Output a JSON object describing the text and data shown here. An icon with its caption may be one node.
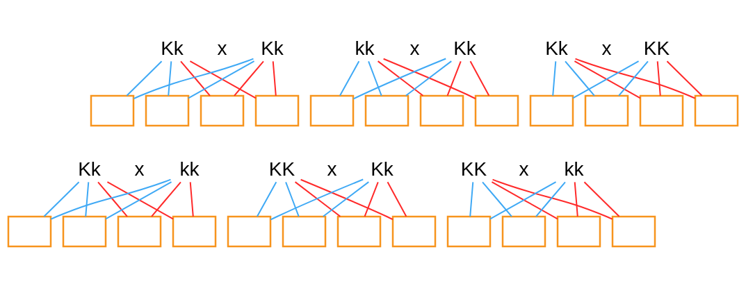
{
  "diagram": {
    "nodes": [
      {
        "text": [
          "Kk"
        ]
      },
      {
        "text": [
          "Kk"
        ]
      },
      {
        "text": [],
        "shape": "box"
      },
      {
        "text": [],
        "shape": "box"
      },
      {
        "text": [],
        "shape": "box"
      },
      {
        "text": [],
        "shape": "box"
      },
      {
        "text": [
          "kk"
        ]
      },
      {
        "text": [
          "Kk"
        ]
      },
      {
        "text": [],
        "shape": "box"
      },
      {
        "text": [],
        "shape": "box"
      },
      {
        "text": [],
        "shape": "box"
      },
      {
        "text": [],
        "shape": "box"
      },
      {
        "text": [
          "Kk"
        ]
      },
      {
        "text": [
          "KK"
        ]
      },
      {
        "text": [],
        "shape": "box"
      },
      {
        "text": [],
        "shape": "box"
      },
      {
        "text": [],
        "shape": "box"
      },
      {
        "text": [],
        "shape": "box"
      },
      {
        "text": [
          "Kk"
        ]
      },
      {
        "text": [
          "kk"
        ]
      },
      {
        "text": [],
        "shape": "box"
      },
      {
        "text": [],
        "shape": "box"
      },
      {
        "text": [],
        "shape": "box"
      },
      {
        "text": [],
        "shape": "box"
      },
      {
        "text": [
          "KK"
        ]
      },
      {
        "text": [
          "Kk"
        ]
      },
      {
        "text": [],
        "shape": "box"
      },
      {
        "text": [],
        "shape": "box"
      },
      {
        "text": [],
        "shape": "box"
      },
      {
        "text": [],
        "shape": "box"
      },
      {
        "text": [
          "KK"
        ]
      },
      {
        "text": [
          "kk"
        ]
      },
      {
        "text": [],
        "shape": "box"
      },
      {
        "text": [],
        "shape": "box"
      },
      {
        "text": [],
        "shape": "box"
      },
      {
        "text": [],
        "shape": "box"
      }
    ],
    "edges": [
      {
        "from": 0,
        "to": 2,
        "arrow": "none",
        "color": "#3fa9f5"
      },
      {
        "from": 0,
        "to": 3,
        "arrow": "none",
        "color": "#3fa9f5"
      },
      {
        "from": 0,
        "to": 4,
        "arrow": "none",
        "color": "#ff2a2a"
      },
      {
        "from": 0,
        "to": 5,
        "arrow": "none",
        "color": "#ff2a2a"
      },
      {
        "from": 1,
        "to": 2,
        "arrow": "none",
        "color": "#3fa9f5"
      },
      {
        "from": 1,
        "to": 3,
        "arrow": "none",
        "color": "#3fa9f5"
      },
      {
        "from": 1,
        "to": 4,
        "arrow": "none",
        "color": "#ff2a2a"
      },
      {
        "from": 1,
        "to": 5,
        "arrow": "none",
        "color": "#ff2a2a"
      },
      {
        "from": 6,
        "to": 8,
        "arrow": "none",
        "color": "#3fa9f5"
      },
      {
        "from": 6,
        "to": 9,
        "arrow": "none",
        "color": "#3fa9f5"
      },
      {
        "from": 6,
        "to": 10,
        "arrow": "none",
        "color": "#ff2a2a"
      },
      {
        "from": 6,
        "to": 11,
        "arrow": "none",
        "color": "#ff2a2a"
      },
      {
        "from": 7,
        "to": 8,
        "arrow": "none",
        "color": "#3fa9f5"
      },
      {
        "from": 7,
        "to": 9,
        "arrow": "none",
        "color": "#3fa9f5"
      },
      {
        "from": 7,
        "to": 10,
        "arrow": "none",
        "color": "#ff2a2a"
      },
      {
        "from": 7,
        "to": 11,
        "arrow": "none",
        "color": "#ff2a2a"
      },
      {
        "from": 12,
        "to": 14,
        "arrow": "none",
        "color": "#3fa9f5"
      },
      {
        "from": 12,
        "to": 15,
        "arrow": "none",
        "color": "#3fa9f5"
      },
      {
        "from": 12,
        "to": 16,
        "arrow": "none",
        "color": "#ff2a2a"
      },
      {
        "from": 12,
        "to": 17,
        "arrow": "none",
        "color": "#ff2a2a"
      },
      {
        "from": 13,
        "to": 14,
        "arrow": "none",
        "color": "#3fa9f5"
      },
      {
        "from": 13,
        "to": 15,
        "arrow": "none",
        "color": "#3fa9f5"
      },
      {
        "from": 13,
        "to": 16,
        "arrow": "none",
        "color": "#ff2a2a"
      },
      {
        "from": 13,
        "to": 17,
        "arrow": "none",
        "color": "#ff2a2a"
      },
      {
        "from": 18,
        "to": 20,
        "arrow": "none",
        "color": "#3fa9f5"
      },
      {
        "from": 18,
        "to": 21,
        "arrow": "none",
        "color": "#3fa9f5"
      },
      {
        "from": 18,
        "to": 22,
        "arrow": "none",
        "color": "#ff2a2a"
      },
      {
        "from": 18,
        "to": 23,
        "arrow": "none",
        "color": "#ff2a2a"
      },
      {
        "from": 19,
        "to": 20,
        "arrow": "none",
        "color": "#3fa9f5"
      },
      {
        "from": 19,
        "to": 21,
        "arrow": "none",
        "color": "#3fa9f5"
      },
      {
        "from": 19,
        "to": 22,
        "arrow": "none",
        "color": "#ff2a2a"
      },
      {
        "from": 19,
        "to": 23,
        "arrow": "none",
        "color": "#ff2a2a"
      },
      {
        "from": 24,
        "to": 26,
        "arrow": "none",
        "color": "#3fa9f5"
      },
      {
        "from": 24,
        "to": 27,
        "arrow": "none",
        "color": "#3fa9f5"
      },
      {
        "from": 24,
        "to": 28,
        "arrow": "none",
        "color": "#ff2a2a"
      },
      {
        "from": 24,
        "to": 29,
        "arrow": "none",
        "color": "#ff2a2a"
      },
      {
        "from": 25,
        "to": 26,
        "arrow": "none",
        "color": "#3fa9f5"
      },
      {
        "from": 25,
        "to": 27,
        "arrow": "none",
        "color": "#3fa9f5"
      },
      {
        "from": 25,
        "to": 28,
        "arrow": "none",
        "color": "#ff2a2a"
      },
      {
        "from": 25,
        "to": 29,
        "arrow": "none",
        "color": "#ff2a2a"
      },
      {
        "from": 30,
        "to": 32,
        "arrow": "none",
        "color": "#3fa9f5"
      },
      {
        "from": 30,
        "to": 33,
        "arrow": "none",
        "color": "#3fa9f5"
      },
      {
        "from": 30,
        "to": 34,
        "arrow": "none",
        "color": "#ff2a2a"
      },
      {
        "from": 30,
        "to": 35,
        "arrow": "none",
        "color": "#ff2a2a"
      },
      {
        "from": 31,
        "to": 32,
        "arrow": "none",
        "color": "#3fa9f5"
      },
      {
        "from": 31,
        "to": 33,
        "arrow": "none",
        "color": "#3fa9f5"
      },
      {
        "from": 31,
        "to": 34,
        "arrow": "none",
        "color": "#ff2a2a"
      },
      {
        "from": 31,
        "to": 35,
        "arrow": "none",
        "color": "#ff2a2a"
      }
    ],
    "labels": [
      "x",
      "x",
      "x",
      "x",
      "x",
      "x"
    ]
  }
}
